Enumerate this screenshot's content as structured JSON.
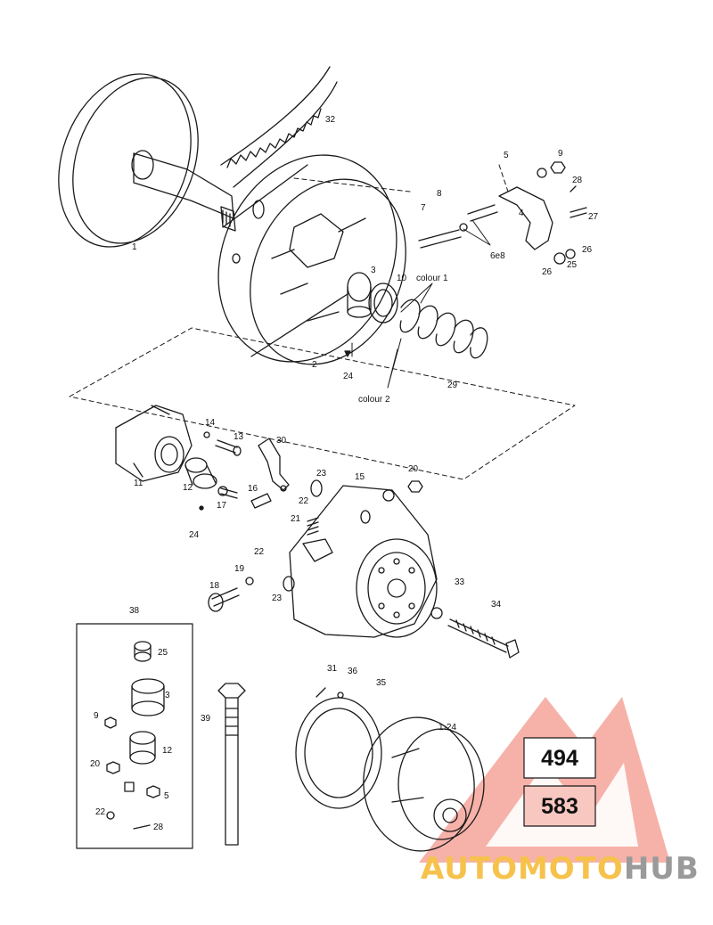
{
  "labels": {
    "p1": "1",
    "p2": "2",
    "p3": "3",
    "p4": "4",
    "p5": "5",
    "p6e8": "6e8",
    "p7": "7",
    "p8": "8",
    "p9": "9",
    "p10": "10",
    "p11": "11",
    "p12": "12",
    "p13": "13",
    "p14": "14",
    "p15": "15",
    "p16": "16",
    "p17": "17",
    "p18": "18",
    "p19": "19",
    "p20": "20",
    "p21": "21",
    "p22": "22",
    "p22b": "22",
    "p23": "23",
    "p23b": "23",
    "p24a": "24",
    "p24b": "24",
    "p25": "25",
    "p25b": "25",
    "p26a": "26",
    "p26b": "26",
    "p27": "27",
    "p28": "28",
    "p28b": "28",
    "p29": "29",
    "p30": "30",
    "p31": "31",
    "p32": "32",
    "p33": "33",
    "p34": "34",
    "p35": "35",
    "p36": "36",
    "p38": "38",
    "p39": "39",
    "p1224": "1›24",
    "kit3": "3",
    "kit9": "9",
    "kit12": "12",
    "kit20": "20",
    "kit5": "5",
    "kit22": "22",
    "colour1": "colour 1",
    "colour2": "colour 2"
  },
  "model_codes": [
    "494",
    "583"
  ],
  "watermark": {
    "part1": "AUTOMOTO",
    "part2": "HUB"
  },
  "colors": {
    "line": "#1a1a1a",
    "watermark_red": "#f08a7e",
    "watermark_yellow": "#f6c24b",
    "watermark_gray": "#9a9a9a"
  }
}
